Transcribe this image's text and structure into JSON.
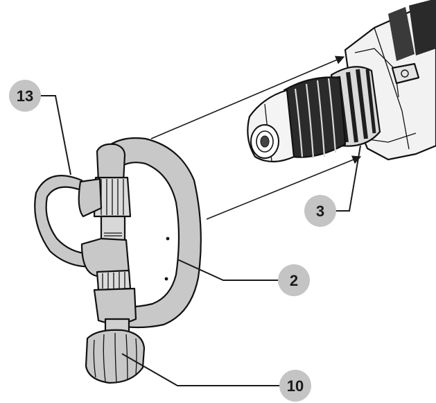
{
  "callouts": [
    {
      "id": "callout-13",
      "label": "13"
    },
    {
      "id": "callout-3",
      "label": "3"
    },
    {
      "id": "callout-2",
      "label": "2"
    },
    {
      "id": "callout-10",
      "label": "10"
    }
  ],
  "colors": {
    "callout_fill": "#c4c4c4",
    "handle_fill": "#c8c8c8",
    "line": "#111111",
    "drill_dark": "#2a2a2a"
  }
}
